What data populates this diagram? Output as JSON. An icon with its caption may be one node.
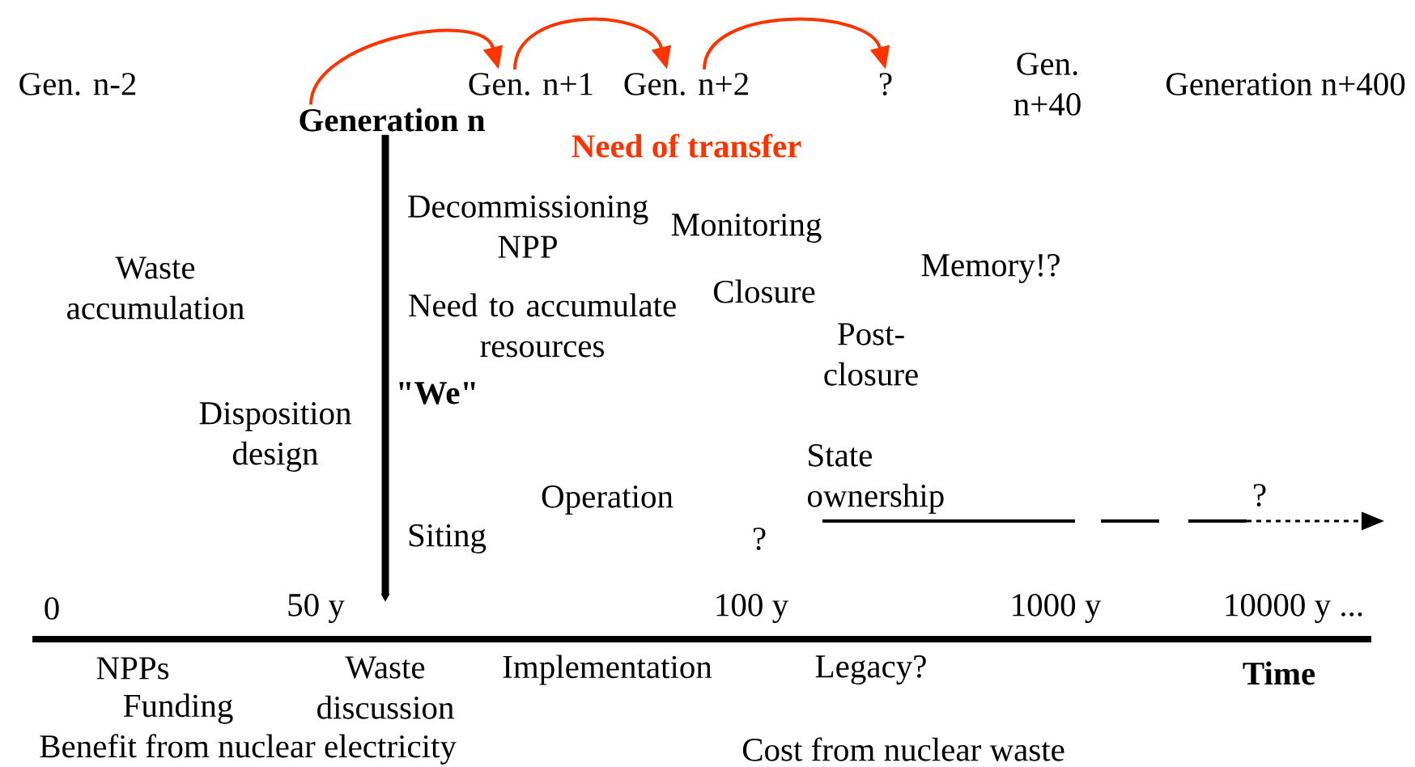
{
  "diagram": {
    "nodes": [
      {
        "text": [
          "Generation n"
        ]
      },
      {
        "text": [
          "Gen. n+1"
        ]
      },
      {
        "text": [
          "Gen. n+2"
        ]
      },
      {
        "text": [
          "?"
        ]
      }
    ],
    "edges": [
      {
        "from": 0,
        "to": 1,
        "arrow": "to",
        "color": "#ff3300"
      },
      {
        "from": 1,
        "to": 2,
        "arrow": "to",
        "color": "#ff3300"
      },
      {
        "from": 2,
        "to": 3,
        "arrow": "to",
        "color": "#ff3300"
      },
      {
        "from": 0,
        "to": null,
        "arrow": "to",
        "style": "thick",
        "color": "#000000"
      }
    ],
    "labels": [
      "Gen. n-2",
      "Gen. n+40",
      "Generation n+400",
      "Need of transfer",
      "Decommissioning NPP",
      "Monitoring",
      "Waste accumulation",
      "Memory!?",
      "Need to accumulate resources",
      "Closure",
      "Post- closure",
      "\"We\"",
      "Disposition design",
      "State ownership",
      "Operation",
      "?",
      "Siting",
      "?",
      "0",
      "50 y",
      "100 y",
      "1000 y",
      "10000 y ...",
      "NPPs",
      "Waste discussion",
      "Implementation",
      "Legacy?",
      "Time",
      "Funding",
      "Benefit from nuclear electricity",
      "Cost from nuclear waste"
    ]
  }
}
